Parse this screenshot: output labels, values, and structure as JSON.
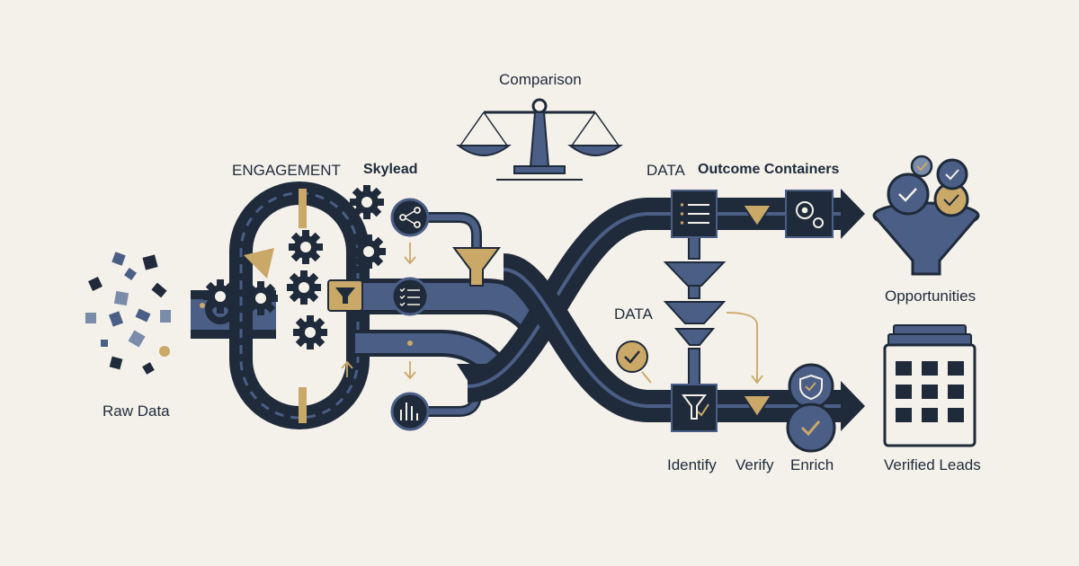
{
  "labels": {
    "raw_data": "Raw Data",
    "engagement": "ENGAGEMENT",
    "skylead": "Skylead",
    "comparison": "Comparison",
    "data_top": "DATA",
    "outcome_containers": "Outcome Containers",
    "data_middle": "DATA",
    "opportunities": "Opportunities",
    "identify": "Identify",
    "verify": "Verify",
    "enrich": "Enrich",
    "verified_leads": "Verified Leads"
  },
  "icons": [
    "scale-icon",
    "gear-icon",
    "branch-icon",
    "checklist-icon",
    "bar-chart-icon",
    "filter-icon",
    "funnel-icon",
    "list-icon",
    "gears-icon",
    "shield-check-icon",
    "badge-check-icon",
    "check-icon",
    "calendar-grid-icon",
    "ball-icon"
  ],
  "colors": {
    "navy": "#1f2a3a",
    "slate_blue": "#4a5e86",
    "gold": "#c9a868",
    "background": "#f4f1ea"
  }
}
